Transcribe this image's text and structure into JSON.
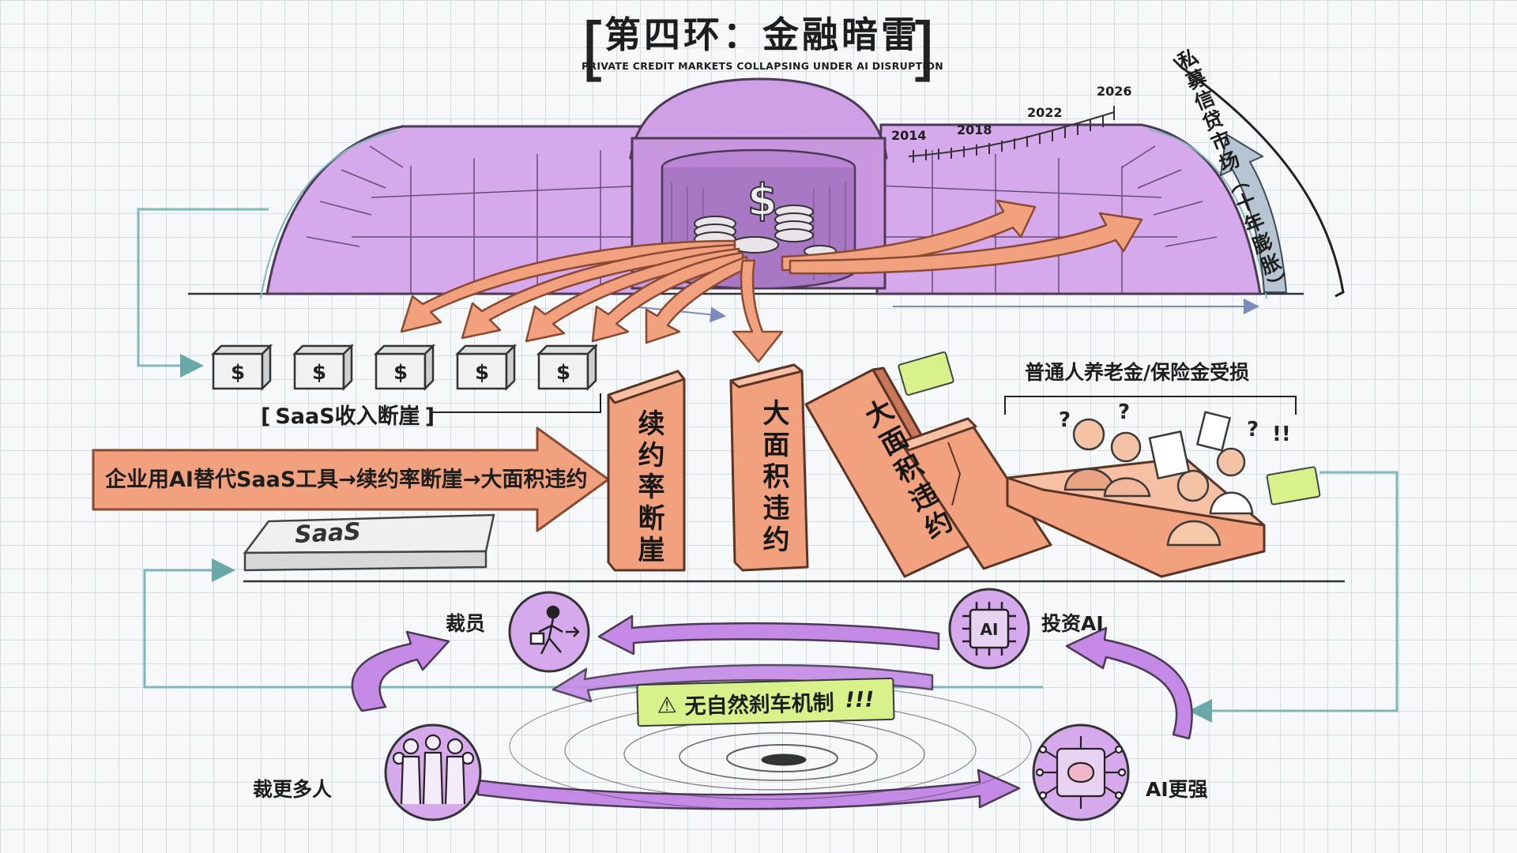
{
  "title": "第四环：金融暗雷",
  "subtitle": "PRIVATE CREDIT MARKETS COLLAPSING UNDER AI DISRUPTION",
  "timeline": {
    "ticks": [
      "2014",
      "2018",
      "2022",
      "2026"
    ]
  },
  "market_caption": "私募信贷市场（十年膨胀）",
  "vault": {
    "coin_symbol": "$"
  },
  "revenue_boxes": {
    "symbol": "$",
    "count": 5,
    "caption": "SaaS收入断崖"
  },
  "main_arrow_text": "企业用AI替代SaaS工具→续约率断崖→大面积违约",
  "saas_tag": "SaaS",
  "dominoes": [
    {
      "text": "续约率断崖"
    },
    {
      "text": "大面积违约"
    },
    {
      "text": "大面积违约"
    }
  ],
  "victims_label": "普通人养老金/保险金受损",
  "cycle": {
    "nodes": {
      "layoff": "裁员",
      "invest_ai": "投资AI",
      "ai_stronger": "AI更强",
      "more_layoffs": "裁更多人"
    },
    "ai_chip_text": "AI",
    "warning": {
      "icon": "⚠",
      "text": "无自然刹车机制",
      "bang": "!!!"
    }
  },
  "colors": {
    "vault_purple": "#d6a8ec",
    "vault_outline": "#4b3a55",
    "salmon": "#f2a17f",
    "salmon_dark": "#8a4a32",
    "cycle_purple": "#c48ae6",
    "highlight_green": "#d9f18a",
    "teal_line": "#7fb8b8",
    "grid": "#d3dde4"
  }
}
